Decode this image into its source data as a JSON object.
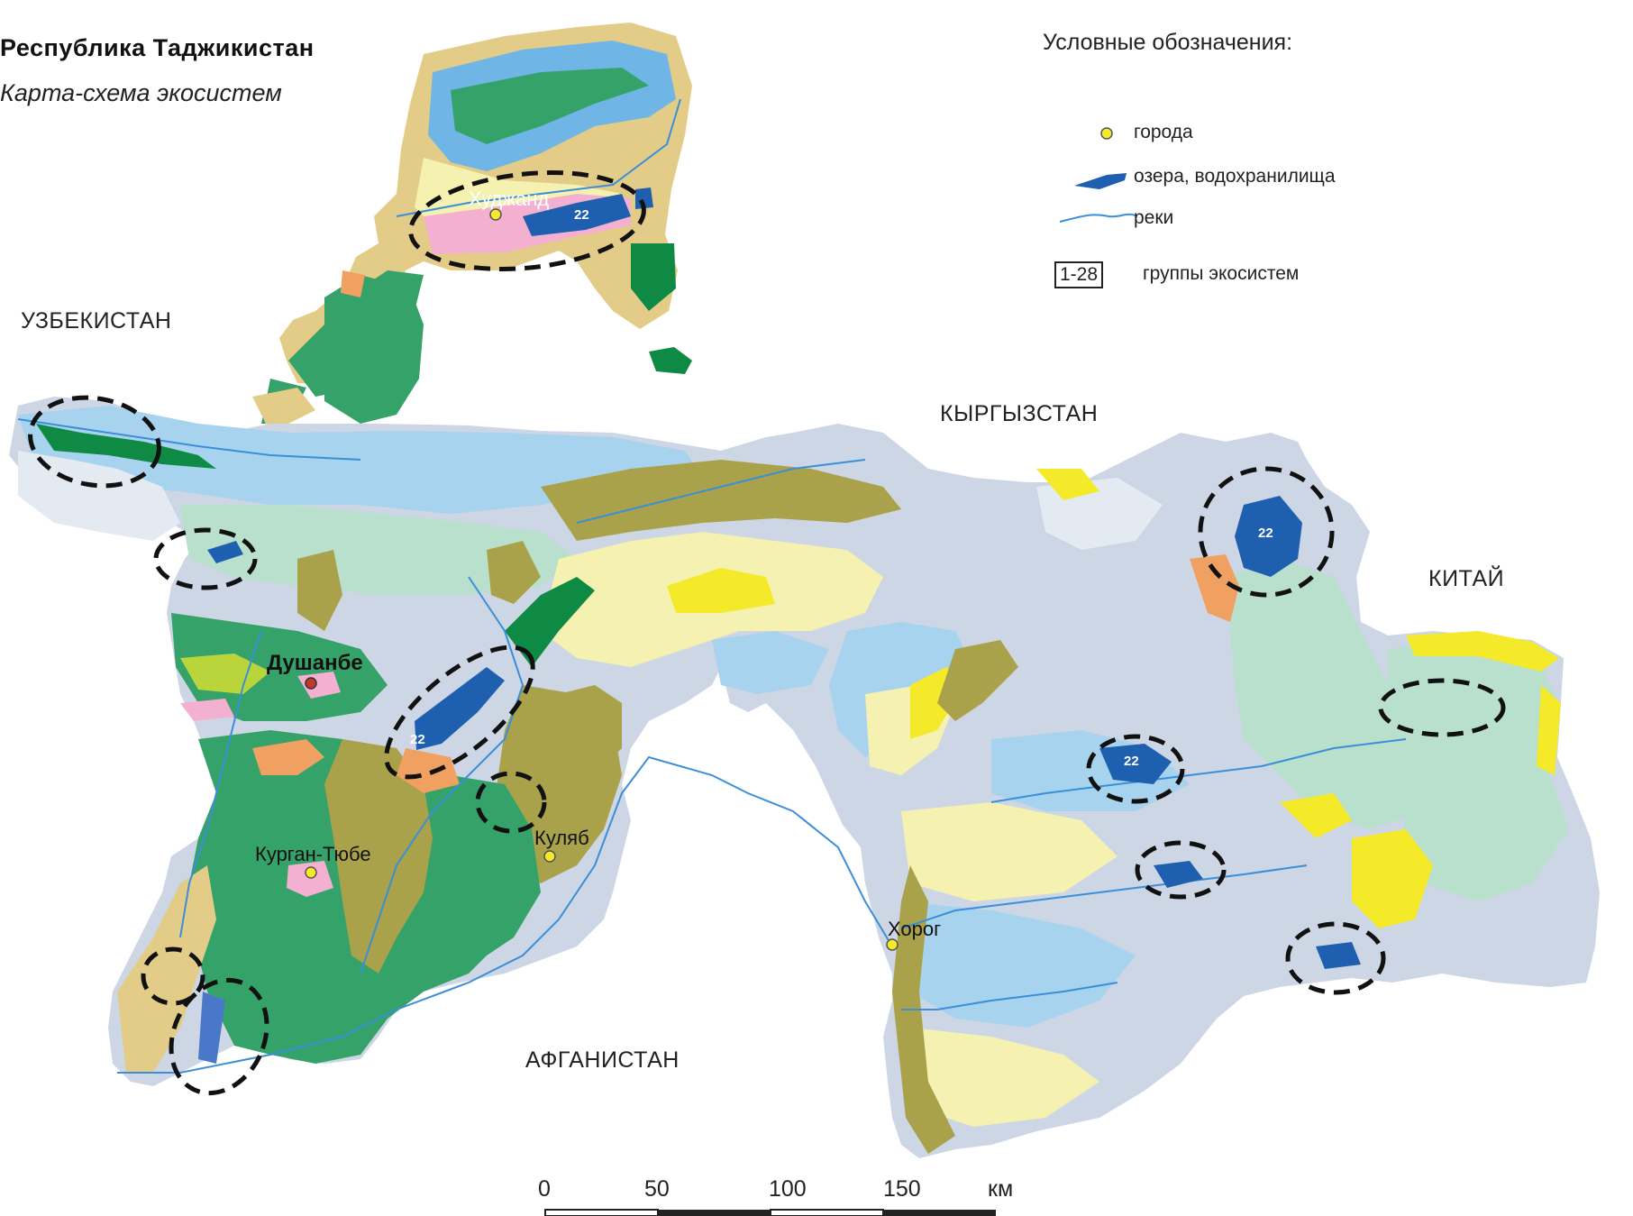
{
  "title": "Республика Таджикистан",
  "subtitle": "Карта-схема экосистем",
  "legend": {
    "title": "Условные обозначения:",
    "items": [
      {
        "label": "города",
        "icon": "city-dot-icon"
      },
      {
        "label": "озера, водохранилища",
        "icon": "lake-icon"
      },
      {
        "label": "реки",
        "icon": "river-icon"
      }
    ],
    "group_box": "1-28",
    "group_label": "группы экосистем"
  },
  "countries": {
    "uzbekistan": "УЗБЕКИСТАН",
    "kyrgyzstan": "КЫРГЫЗСТАН",
    "china": "КИТАЙ",
    "afghanistan": "АФГАНИСТАН"
  },
  "cities": {
    "dushanbe": "Душанбе",
    "khujand": "Худжанд",
    "kurgan_tyube": "Курган-Тюбе",
    "kulyab": "Куляб",
    "khorog": "Хорог"
  },
  "lakes": {
    "karakul": "22",
    "sarez": "22",
    "nurek": "22",
    "kairakkum": "22"
  },
  "scale": {
    "ticks": [
      "0",
      "50",
      "100",
      "150"
    ],
    "unit": "км"
  },
  "colors": {
    "highland_grey": "#cdd6e4",
    "light_blue": "#a8d3ef",
    "mid_blue": "#6fb6e6",
    "pale_yellow": "#f5f1b0",
    "yellow": "#f4ea2a",
    "mint": "#b9e0cc",
    "green": "#35a26a",
    "dark_green": "#0f8a45",
    "olive": "#a9a24a",
    "khaki": "#e3cc88",
    "orange": "#f0a060",
    "pink": "#f4b0d0",
    "lake": "#1f5fb0",
    "river": "#3a8fd8"
  }
}
